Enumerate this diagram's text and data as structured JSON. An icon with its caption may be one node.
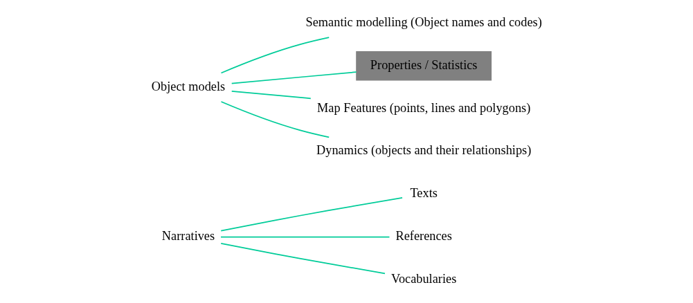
{
  "diagram": {
    "nodes": [
      {
        "text": [
          "Narratives"
        ]
      },
      {
        "text": [
          "Texts"
        ]
      },
      {
        "text": [
          "References"
        ]
      },
      {
        "text": [
          "Vocabularies"
        ]
      },
      {
        "text": [
          "Object models"
        ]
      },
      {
        "text": [
          "Semantic modelling (Object names and codes)"
        ]
      },
      {
        "text": [
          "Properties / Statistics"
        ]
      },
      {
        "text": [
          "Map Features (points, lines and polygons)"
        ]
      },
      {
        "text": [
          "Dynamics (objects and their relationships)"
        ]
      }
    ],
    "edges": [
      {
        "from": 0,
        "to": 1,
        "arrow": "none"
      },
      {
        "from": 0,
        "to": 2,
        "arrow": "none"
      },
      {
        "from": 0,
        "to": 3,
        "arrow": "none"
      },
      {
        "from": 4,
        "to": 5,
        "arrow": "none"
      },
      {
        "from": 4,
        "to": 6,
        "arrow": "none"
      },
      {
        "from": 4,
        "to": 7,
        "arrow": "none"
      },
      {
        "from": 4,
        "to": 8,
        "arrow": "none"
      }
    ]
  }
}
